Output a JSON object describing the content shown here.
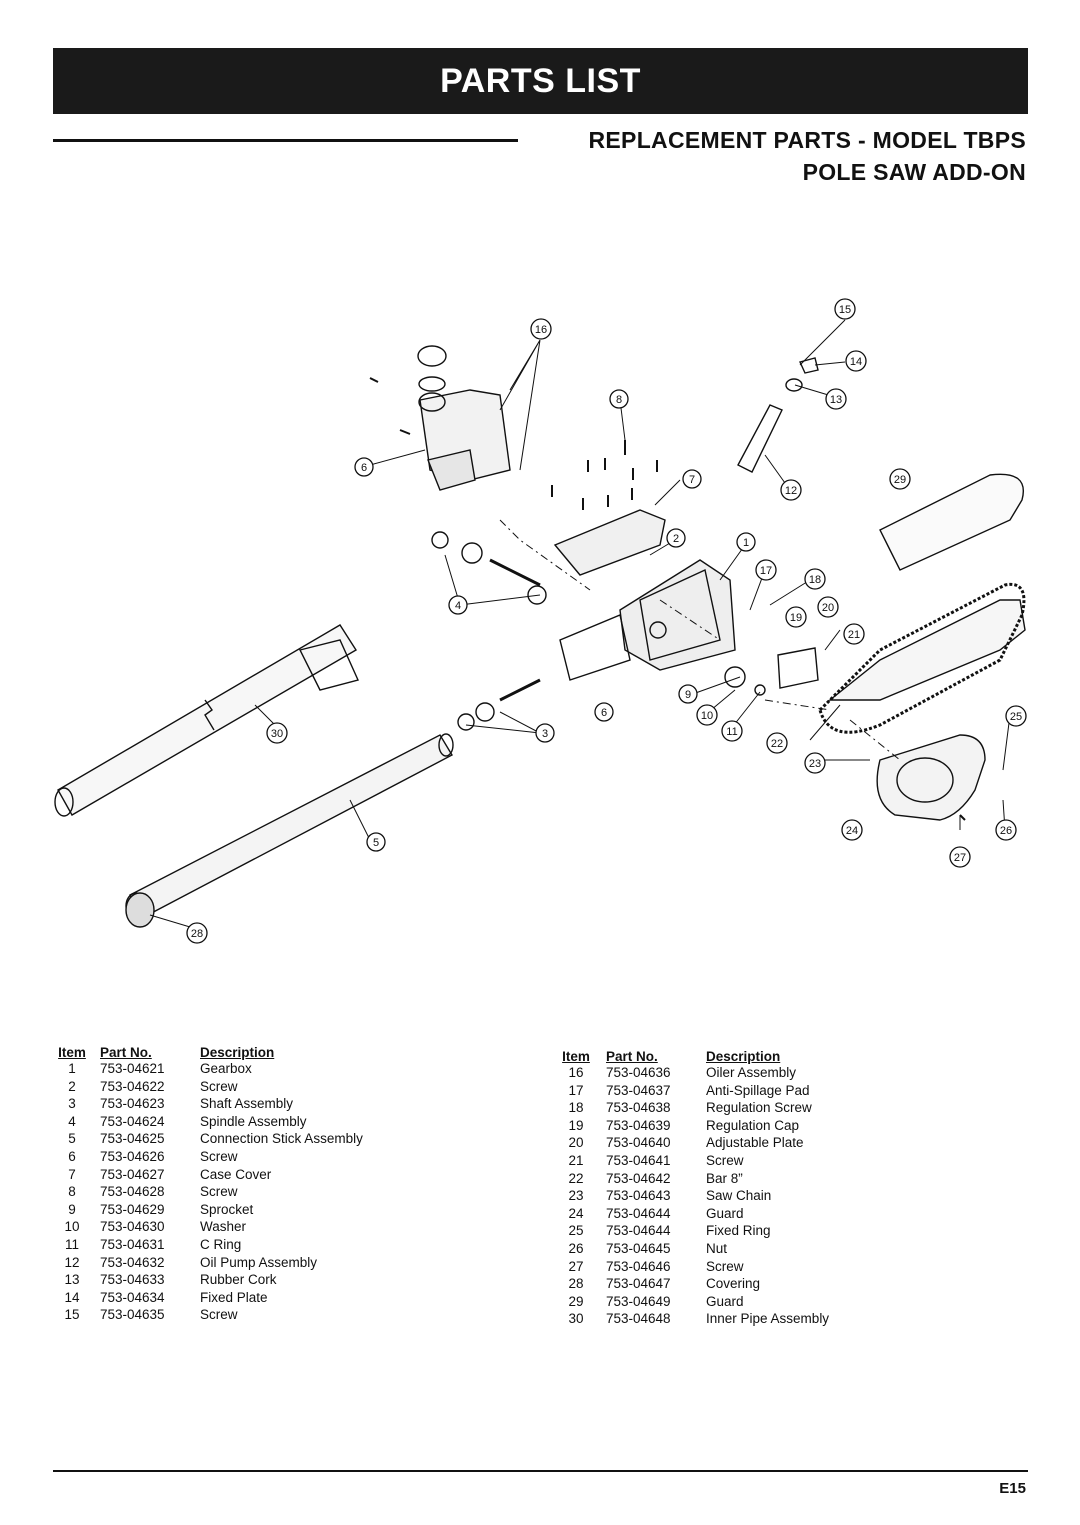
{
  "header": {
    "banner_title": "PARTS LIST",
    "subtitle_line1": "REPLACEMENT PARTS - MODEL TBPS",
    "subtitle_line2": "POLE SAW ADD-ON"
  },
  "table": {
    "columns": [
      "Item",
      "Part No.",
      "Description"
    ],
    "left_rows": [
      {
        "item": "1",
        "part": "753-04621",
        "desc": "Gearbox"
      },
      {
        "item": "2",
        "part": "753-04622",
        "desc": "Screw"
      },
      {
        "item": "3",
        "part": "753-04623",
        "desc": "Shaft Assembly"
      },
      {
        "item": "4",
        "part": "753-04624",
        "desc": "Spindle Assembly"
      },
      {
        "item": "5",
        "part": "753-04625",
        "desc": "Connection Stick Assembly"
      },
      {
        "item": "6",
        "part": "753-04626",
        "desc": "Screw"
      },
      {
        "item": "7",
        "part": "753-04627",
        "desc": "Case Cover"
      },
      {
        "item": "8",
        "part": "753-04628",
        "desc": "Screw"
      },
      {
        "item": "9",
        "part": "753-04629",
        "desc": "Sprocket"
      },
      {
        "item": "10",
        "part": "753-04630",
        "desc": "Washer"
      },
      {
        "item": "11",
        "part": "753-04631",
        "desc": "C Ring"
      },
      {
        "item": "12",
        "part": "753-04632",
        "desc": "Oil Pump Assembly"
      },
      {
        "item": "13",
        "part": "753-04633",
        "desc": "Rubber Cork"
      },
      {
        "item": "14",
        "part": "753-04634",
        "desc": "Fixed Plate"
      },
      {
        "item": "15",
        "part": "753-04635",
        "desc": "Screw"
      }
    ],
    "right_rows": [
      {
        "item": "16",
        "part": "753-04636",
        "desc": "Oiler Assembly"
      },
      {
        "item": "17",
        "part": "753-04637",
        "desc": "Anti-Spillage Pad"
      },
      {
        "item": "18",
        "part": "753-04638",
        "desc": "Regulation Screw"
      },
      {
        "item": "19",
        "part": "753-04639",
        "desc": "Regulation Cap"
      },
      {
        "item": "20",
        "part": "753-04640",
        "desc": "Adjustable Plate"
      },
      {
        "item": "21",
        "part": "753-04641",
        "desc": "Screw"
      },
      {
        "item": "22",
        "part": "753-04642",
        "desc": "Bar 8”"
      },
      {
        "item": "23",
        "part": "753-04643",
        "desc": "Saw Chain"
      },
      {
        "item": "24",
        "part": "753-04644",
        "desc": "Guard"
      },
      {
        "item": "25",
        "part": "753-04644",
        "desc": "Fixed Ring"
      },
      {
        "item": "26",
        "part": "753-04645",
        "desc": "Nut"
      },
      {
        "item": "27",
        "part": "753-04646",
        "desc": "Screw"
      },
      {
        "item": "28",
        "part": "753-04647",
        "desc": "Covering"
      },
      {
        "item": "29",
        "part": "753-04649",
        "desc": "Guard"
      },
      {
        "item": "30",
        "part": "753-04648",
        "desc": "Inner Pipe Assembly"
      }
    ]
  },
  "diagram_callouts": [
    "1",
    "2",
    "3",
    "4",
    "5",
    "6",
    "6",
    "7",
    "8",
    "9",
    "10",
    "11",
    "12",
    "13",
    "14",
    "15",
    "16",
    "17",
    "18",
    "19",
    "20",
    "21",
    "22",
    "23",
    "24",
    "25",
    "26",
    "27",
    "28",
    "29",
    "30"
  ],
  "footer": {
    "page_number": "E15"
  }
}
